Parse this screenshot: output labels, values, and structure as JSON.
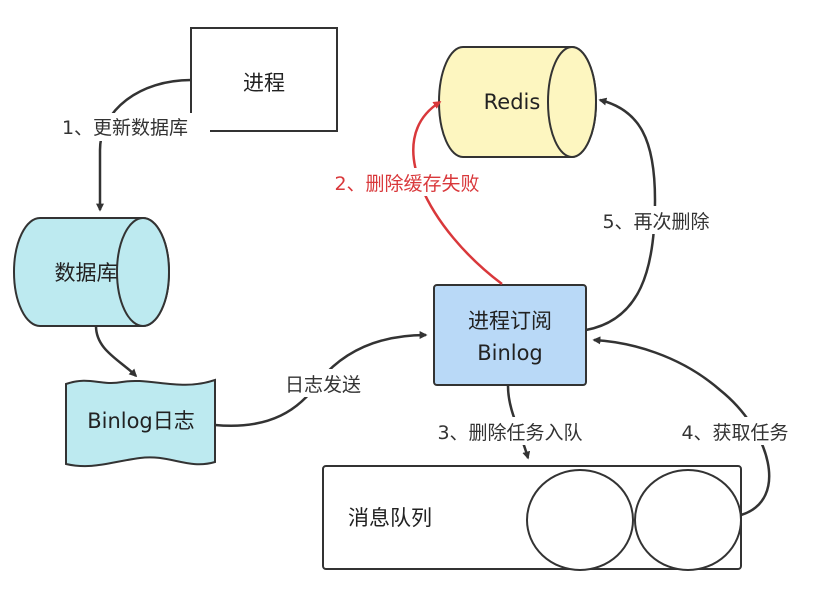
{
  "nodes": {
    "process": "进程",
    "redis": "Redis",
    "database": "数据库",
    "subscriber_line1": "进程订阅",
    "subscriber_line2": "Binlog",
    "binlog": "Binlog日志",
    "queue": "消息队列"
  },
  "edges": {
    "update_db": "1、更新数据库",
    "delete_cache_failed": "2、删除缓存失败",
    "delete_enqueue": "3、删除任务入队",
    "fetch_task": "4、获取任务",
    "delete_again": "5、再次删除",
    "log_send": "日志发送"
  },
  "colors": {
    "line": "#333333",
    "fail": "#d9383b",
    "redis_fill": "#fdf6c0",
    "db_fill": "#bdeaf0",
    "subscriber_fill": "#b9d9f7"
  }
}
